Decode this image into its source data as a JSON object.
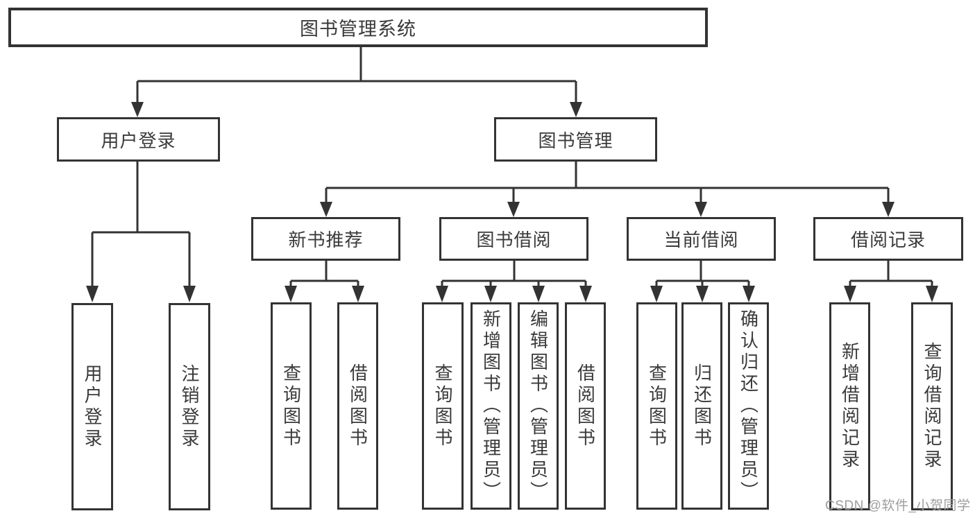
{
  "nodes": {
    "root": {
      "label": "图书管理系统"
    },
    "user_login": {
      "label": "用户登录"
    },
    "book_mgmt": {
      "label": "图书管理"
    },
    "new_book_rec": {
      "label": "新书推荐"
    },
    "book_borrow": {
      "label": "图书借阅"
    },
    "current_borrow": {
      "label": "当前借阅"
    },
    "borrow_records": {
      "label": "借阅记录"
    },
    "leaf_user_login": {
      "label": "用户登录"
    },
    "leaf_logout": {
      "label": "注销登录"
    },
    "leaf_rec_query": {
      "label": "查询图书"
    },
    "leaf_rec_borrow": {
      "label": "借阅图书"
    },
    "leaf_bb_query": {
      "label": "查询图书"
    },
    "leaf_bb_add": {
      "label": "新增图书（管理员）"
    },
    "leaf_bb_edit": {
      "label": "编辑图书（管理员）"
    },
    "leaf_bb_borrow": {
      "label": "借阅图书"
    },
    "leaf_cb_query": {
      "label": "查询图书"
    },
    "leaf_cb_return": {
      "label": "归还图书"
    },
    "leaf_cb_confirm": {
      "label": "确认归还（管理员）"
    },
    "leaf_br_add": {
      "label": "新增借阅记录"
    },
    "leaf_br_query": {
      "label": "查询借阅记录"
    }
  },
  "hierarchy": {
    "图书管理系统": {
      "用户登录": [
        "用户登录",
        "注销登录"
      ],
      "图书管理": {
        "新书推荐": [
          "查询图书",
          "借阅图书"
        ],
        "图书借阅": [
          "查询图书",
          "新增图书（管理员）",
          "编辑图书（管理员）",
          "借阅图书"
        ],
        "当前借阅": [
          "查询图书",
          "归还图书",
          "确认归还（管理员）"
        ],
        "借阅记录": [
          "新增借阅记录",
          "查询借阅记录"
        ]
      }
    }
  },
  "watermark": {
    "text": "CSDN @软件_小贺同学"
  },
  "colors": {
    "line": "#333333",
    "text": "#3a3a3a",
    "background": "#ffffff",
    "watermark": "#9d9d9d"
  }
}
